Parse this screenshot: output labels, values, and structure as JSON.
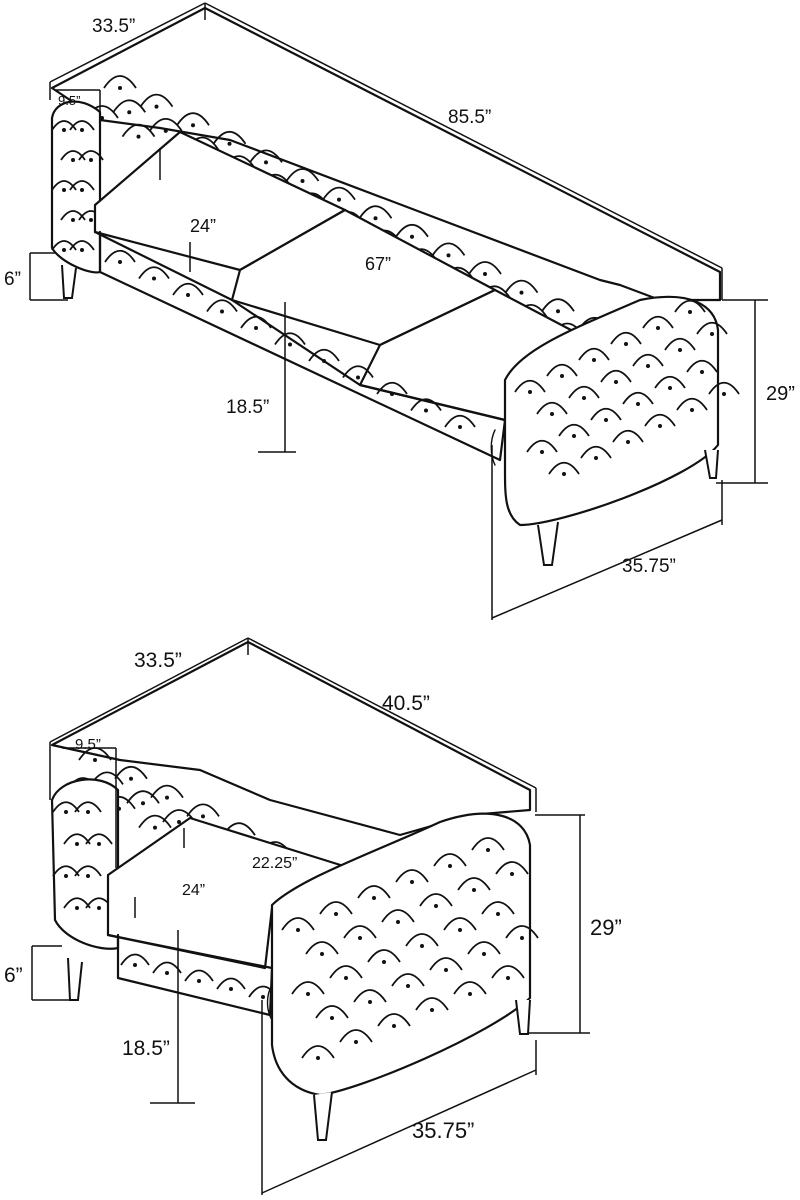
{
  "sofa": {
    "depth_label": "33.5”",
    "back_thickness_label": "9.5”",
    "width_label": "85.5”",
    "seat_depth_label": "24”",
    "seat_width_label": "67”",
    "leg_height_label": "6”",
    "seat_height_label": "18.5”",
    "total_height_label": "29”",
    "arm_depth_label": "35.75”"
  },
  "loveseat": {
    "depth_label": "33.5”",
    "back_thickness_label": "9.5”",
    "width_label": "40.5”",
    "seat_width_label": "22.25”",
    "seat_depth_label": "24”",
    "leg_height_label": "6”",
    "seat_height_label": "18.5”",
    "total_height_label": "29”",
    "arm_depth_label": "35.75”"
  }
}
